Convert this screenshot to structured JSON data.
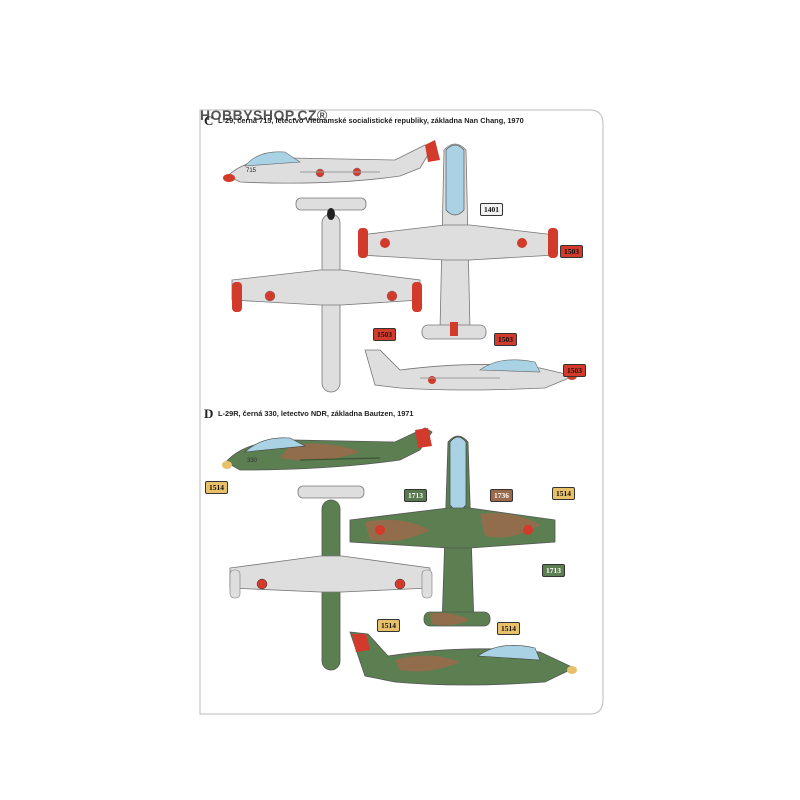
{
  "watermark": "HOBBYSHOP.CZ®",
  "section_c": {
    "letter": "C",
    "title": "L-29, černá 715, letectvo Vietnamské socialistické republiky, základna Nan Chang, 1970",
    "side_number": "715",
    "badges": [
      "1401",
      "1503",
      "1503",
      "1503",
      "1503"
    ]
  },
  "section_d": {
    "letter": "D",
    "title": "L-29R, černá 330, letectvo NDR, základna Bautzen, 1971",
    "side_number": "330",
    "badges": [
      "1514",
      "1713",
      "1736",
      "1514",
      "1713",
      "1514",
      "1514"
    ]
  },
  "colors": {
    "light_grey": "#dcdcdc",
    "canopy": "#a9d2e4",
    "red": "#d23a2c",
    "green": "#5c7f52",
    "brown": "#9a6a4a",
    "yellow": "#e8c06a"
  }
}
